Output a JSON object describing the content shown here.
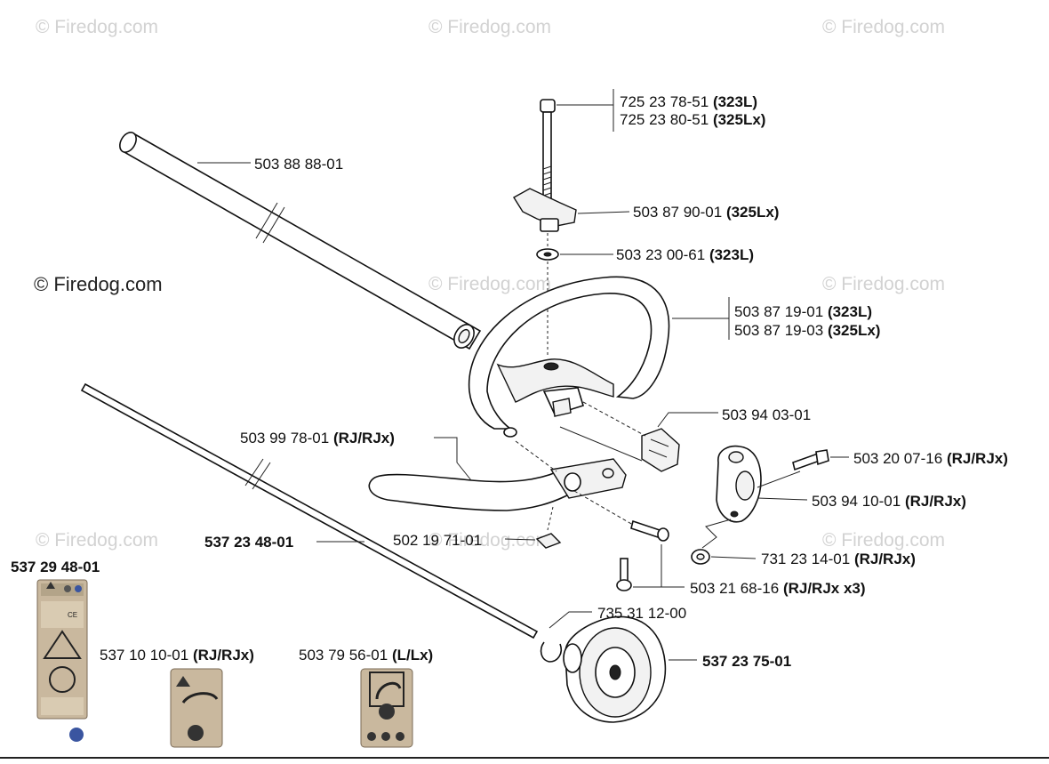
{
  "watermarks": {
    "site": "© Firedog.com",
    "site_dark": "© Firedog.com"
  },
  "parts": {
    "p1_line1_num": "725 23 78-51",
    "p1_line1_model": "(323L)",
    "p1_line2_num": "725 23 80-51",
    "p1_line2_model": "(325Lx)",
    "p2_num": "503 88 88-01",
    "p3_num": "503 87 90-01",
    "p3_model": "(325Lx)",
    "p4_num": "503 23 00-61",
    "p4_model": "(323L)",
    "p5_line1_num": "503 87 19-01",
    "p5_line1_model": "(323L)",
    "p5_line2_num": "503 87 19-03",
    "p5_line2_model": "(325Lx)",
    "p6_num": "503 94 03-01",
    "p7_num": "503 99 78-01",
    "p7_model": "(RJ/RJx)",
    "p8_num": "503 20 07-16",
    "p8_model": "(RJ/RJx)",
    "p9_num": "503 94 10-01",
    "p9_model": "(RJ/RJx)",
    "p10_num": "537 23 48-01",
    "p11_num": "502 19 71-01",
    "p12_num": "731 23 14-01",
    "p12_model": "(RJ/RJx)",
    "p13_num": "537 29 48-01",
    "p14_num": "503 21 68-16",
    "p14_model": "(RJ/RJx x3)",
    "p15_num": "735 31 12-00",
    "p16_num": "537 10 10-01",
    "p16_model": "(RJ/RJx)",
    "p17_num": "503 79 56-01",
    "p17_model": "(L/Lx)",
    "p18_num": "537 23 75-01"
  },
  "decal_text": {
    "ce": "CE"
  }
}
